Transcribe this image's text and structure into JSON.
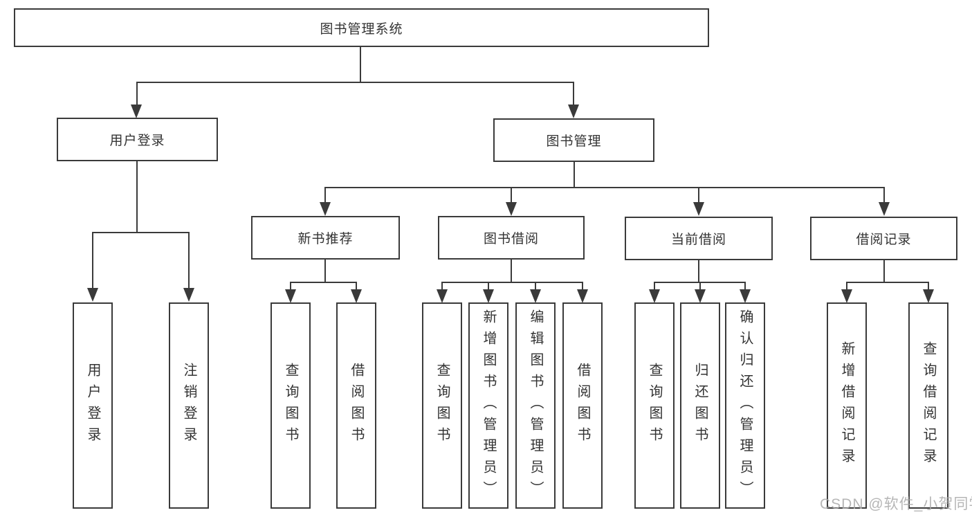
{
  "diagram_title": "图书管理系统",
  "colors": {
    "line": "#3a3a3a",
    "text": "#333333",
    "background": "#ffffff",
    "watermark": "#a9a9a9"
  },
  "tree": {
    "root": {
      "label": "图书管理系统"
    },
    "branches": [
      {
        "label": "用户登录",
        "children": [
          {
            "label": "用户登录"
          },
          {
            "label": "注销登录"
          }
        ]
      },
      {
        "label": "图书管理",
        "children": [
          {
            "label": "新书推荐",
            "children": [
              {
                "label": "查询图书"
              },
              {
                "label": "借阅图书"
              }
            ]
          },
          {
            "label": "图书借阅",
            "children": [
              {
                "label": "查询图书"
              },
              {
                "label": "新增图书（管理员）"
              },
              {
                "label": "编辑图书（管理员）"
              },
              {
                "label": "借阅图书"
              }
            ]
          },
          {
            "label": "当前借阅",
            "children": [
              {
                "label": "查询图书"
              },
              {
                "label": "归还图书"
              },
              {
                "label": "确认归还（管理员）"
              }
            ]
          },
          {
            "label": "借阅记录",
            "children": [
              {
                "label": "新增借阅记录"
              },
              {
                "label": "查询借阅记录"
              }
            ]
          }
        ]
      }
    ]
  },
  "watermark": {
    "text": "CSDN @软件_小贺同学"
  }
}
